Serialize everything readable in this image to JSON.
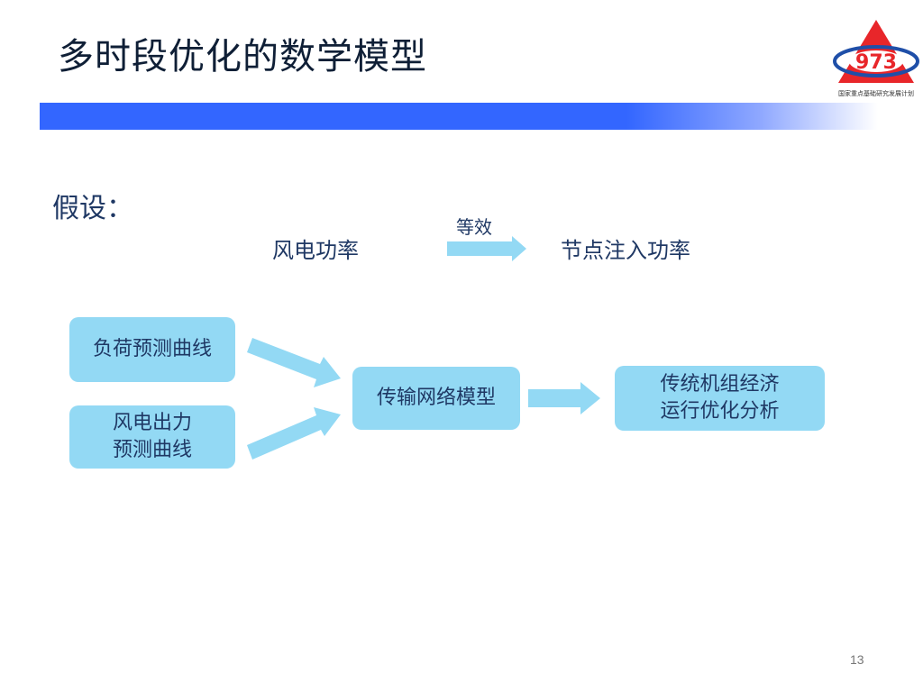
{
  "slide": {
    "title": "多时段优化的数学模型",
    "logo": {
      "number": "973",
      "caption": "国家重点基础研究发展计划"
    },
    "assumption_label": "假设：",
    "equivalence": {
      "from": "风电功率",
      "arrow_label": "等效",
      "to": "节点注入功率"
    },
    "flow": {
      "load_box": [
        "负荷预测曲线"
      ],
      "wind_box": [
        "风电出力",
        "预测曲线"
      ],
      "network_box": [
        "传输网络模型"
      ],
      "result_box": [
        "传统机组经济",
        "运行优化分析"
      ]
    },
    "page_number": "13"
  },
  "colors": {
    "title_text": "#0f1f36",
    "body_text": "#1f3864",
    "bar_blue": "#3366ff",
    "box_fill": "#93d9f4",
    "arrow_fill": "#93d9f4",
    "logo_red": "#e8262a",
    "logo_blue": "#1f4fa8"
  },
  "icons": [
    "logo-973-icon",
    "right-arrow-icon"
  ]
}
